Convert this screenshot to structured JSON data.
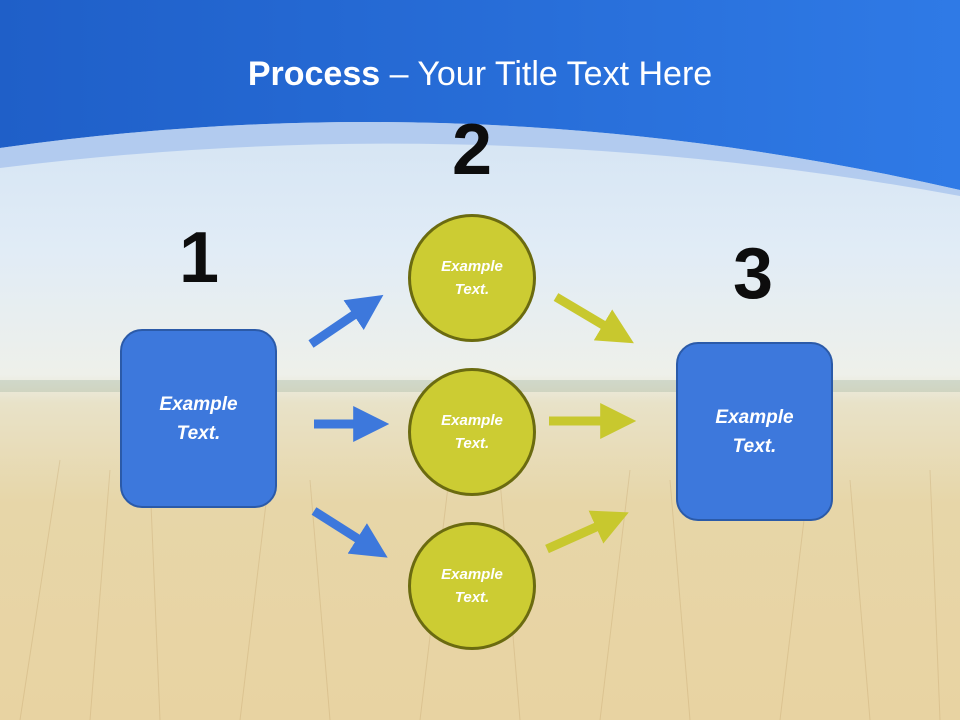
{
  "title": {
    "bold": "Process",
    "rest": " – Your Title Text Here"
  },
  "steps": {
    "one": "1",
    "two": "2",
    "three": "3"
  },
  "boxes": {
    "left": "Example Text.",
    "right": "Example Text."
  },
  "circles": {
    "top": "Example Text.",
    "middle": "Example Text.",
    "bottom": "Example Text."
  },
  "colors": {
    "header_blue": "#2a6edb",
    "box_blue": "#3d78dc",
    "circle_yellow": "#cccc33",
    "arrow_blue": "#3d78dc",
    "arrow_yellow": "#c8c82e"
  }
}
